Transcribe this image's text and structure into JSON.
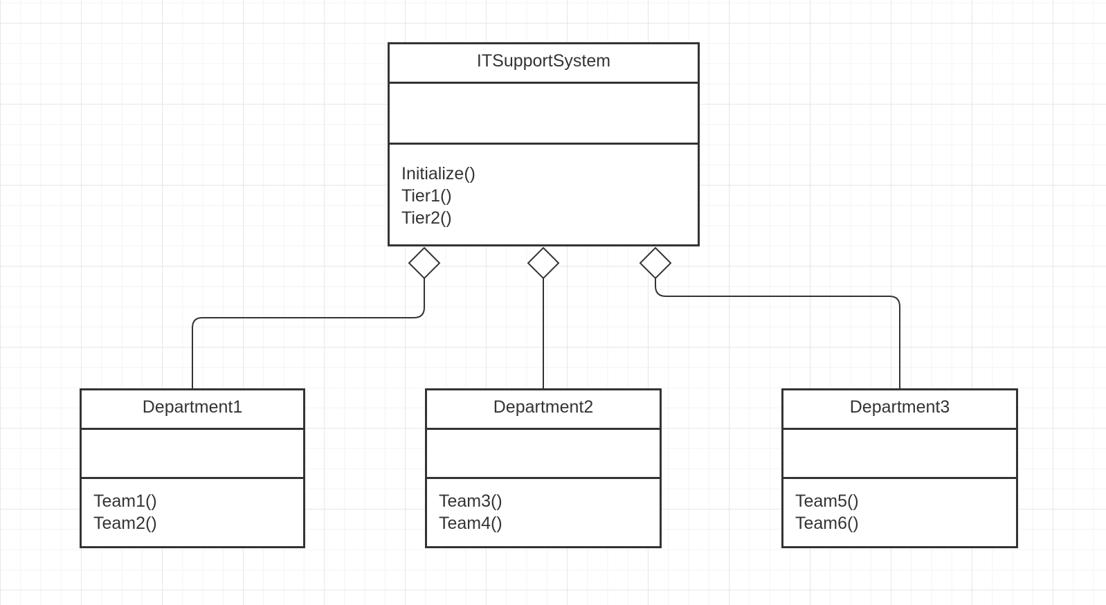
{
  "diagram": {
    "main_class": {
      "name": "ITSupportSystem",
      "attributes": [],
      "methods": [
        "Initialize()",
        "Tier1()",
        "Tier2()"
      ]
    },
    "departments": [
      {
        "name": "Department1",
        "attributes": [],
        "methods": [
          "Team1()",
          "Team2()"
        ]
      },
      {
        "name": "Department2",
        "attributes": [],
        "methods": [
          "Team3()",
          "Team4()"
        ]
      },
      {
        "name": "Department3",
        "attributes": [],
        "methods": [
          "Team5()",
          "Team6()"
        ]
      }
    ],
    "relationships": [
      {
        "type": "aggregation",
        "whole": "ITSupportSystem",
        "part": "Department1"
      },
      {
        "type": "aggregation",
        "whole": "ITSupportSystem",
        "part": "Department2"
      },
      {
        "type": "aggregation",
        "whole": "ITSupportSystem",
        "part": "Department3"
      }
    ]
  },
  "colors": {
    "line": "#333333",
    "background": "#ffffff",
    "grid": "#e6e6e6"
  }
}
